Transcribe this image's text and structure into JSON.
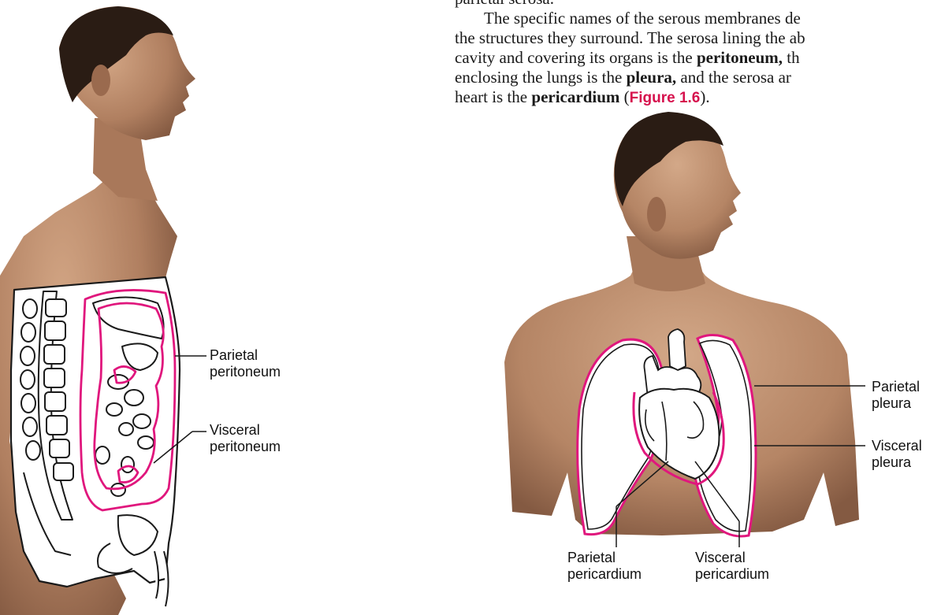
{
  "text": {
    "line0": "parietal serosa.",
    "line1": "The specific names of the serous membranes de",
    "line2": "the structures they surround. The serosa lining the ab",
    "line3_a": "cavity and covering its organs is the ",
    "line3_b": "peritoneum,",
    "line3_c": " th",
    "line4_a": "enclosing the lungs is the ",
    "line4_b": "pleura,",
    "line4_c": " and the serosa ar",
    "line5_a": "heart is the ",
    "line5_b": "pericardium",
    "line5_c": " (",
    "line5_ref": "Figure 1.6",
    "line5_d": ")."
  },
  "labels": {
    "parietal_peritoneum": [
      "Parietal",
      "peritoneum"
    ],
    "visceral_peritoneum": [
      "Visceral",
      "peritoneum"
    ],
    "parietal_pleura": [
      "Parietal",
      "pleura"
    ],
    "visceral_pleura": [
      "Visceral",
      "pleura"
    ],
    "parietal_pericardium": [
      "Parietal",
      "pericardium"
    ],
    "visceral_pericardium": [
      "Visceral",
      "pericardium"
    ]
  },
  "colors": {
    "serosa": "#e0177d",
    "skin": "#b98a6b",
    "skin_shadow": "#8d6048",
    "hair": "#2a1c14",
    "ink": "#1a1a1a",
    "figure_ref": "#d6114d"
  }
}
